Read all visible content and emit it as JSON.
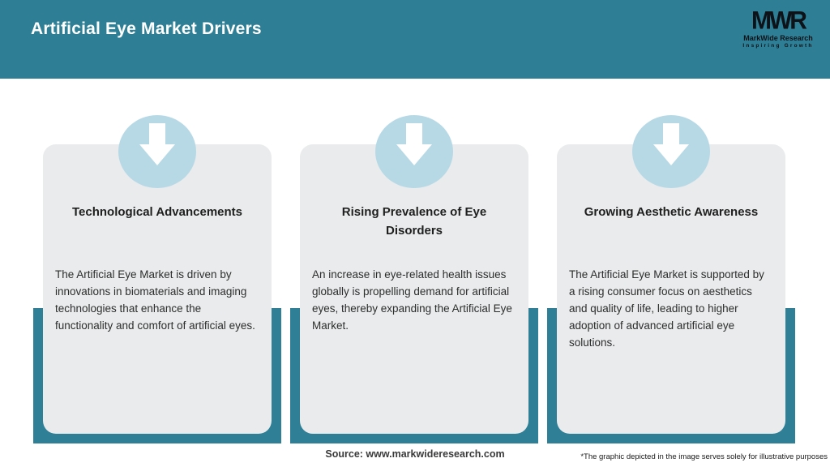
{
  "theme": {
    "header_teal": "#2E7F95",
    "band_teal": "#2F8096",
    "card_gray": "#E9EBEC",
    "badge_blue": "#B7D9E6",
    "arrow_white": "#FFFFFF",
    "logo_black": "#0D1218"
  },
  "header": {
    "title": "Artificial Eye Market Drivers"
  },
  "logo": {
    "mark": "MWR",
    "name": "MarkWide Research",
    "tagline": "Inspiring Growth"
  },
  "cards": [
    {
      "icon": "down-arrow-icon",
      "title": "Technological Advancements",
      "body": "The Artificial Eye Market is driven by\ninnovations in biomaterials and imaging\ntechnologies that enhance the\nfunctionality and comfort of artificial eyes."
    },
    {
      "icon": "down-arrow-icon",
      "title": "Rising Prevalence of Eye\nDisorders",
      "body": "An increase in eye-related health issues\nglobally is propelling demand for artificial\neyes, thereby expanding the Artificial Eye\nMarket."
    },
    {
      "icon": "down-arrow-icon",
      "title": "Growing Aesthetic Awareness",
      "body": "The Artificial Eye Market is supported by\na rising consumer focus on aesthetics\nand quality of life, leading to higher\nadoption of advanced artificial eye\nsolutions."
    }
  ],
  "footer": {
    "source": "Source: www.markwideresearch.com",
    "disclaimer": "*The graphic depicted in the image serves solely for illustrative purposes"
  }
}
